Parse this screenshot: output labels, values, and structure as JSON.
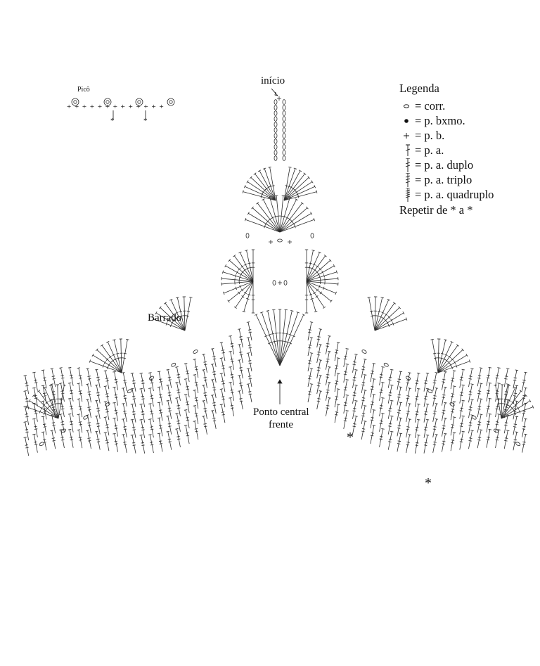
{
  "labels": {
    "start": "início",
    "border": "Barrado",
    "center_front_line1": "Ponto central",
    "center_front_line2": "frente",
    "pico": "Picô",
    "asterisk": "*"
  },
  "legend": {
    "title": "Legenda",
    "items": [
      {
        "symbol": "chain-stitch-icon",
        "text": "= corr."
      },
      {
        "symbol": "slip-stitch-icon",
        "text": "= p. bxmo."
      },
      {
        "symbol": "single-crochet-icon",
        "text": "= p. b."
      },
      {
        "symbol": "double-crochet-icon",
        "text": "= p. a."
      },
      {
        "symbol": "treble-crochet-icon",
        "text": "= p. a. duplo"
      },
      {
        "symbol": "triple-treble-icon",
        "text": "= p. a. triplo"
      },
      {
        "symbol": "quadruple-treble-icon",
        "text": "= p. a. quadruplo"
      }
    ],
    "repeat_note": "Repetir de * a *"
  },
  "pico_row": "+ + + + + + + + + + + + +"
}
